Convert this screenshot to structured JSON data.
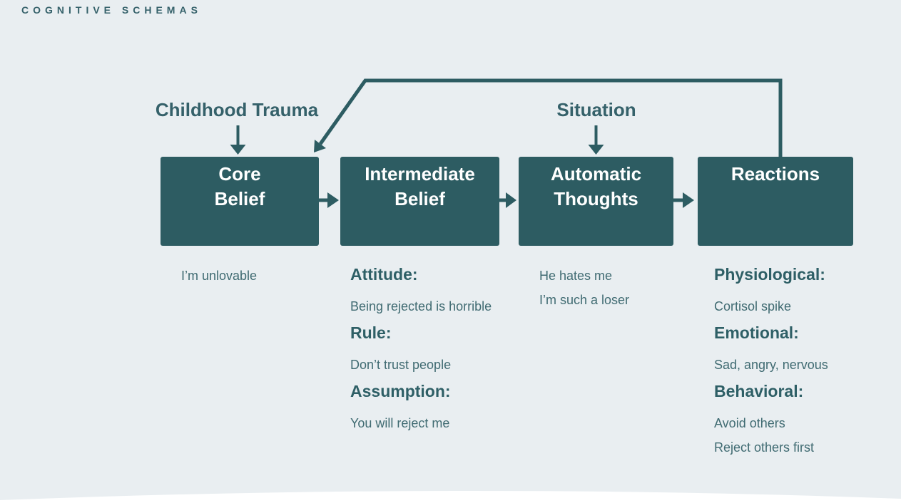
{
  "title": "COGNITIVE SCHEMAS",
  "colors": {
    "background": "#e9eef1",
    "box_fill": "#2d5c62",
    "box_text": "#ffffff",
    "heading_text": "#2e5f66",
    "body_text": "#406b72",
    "connector": "#2d5c62",
    "bottom_wave": "#ffffff"
  },
  "top_labels": {
    "childhood_trauma": "Childhood Trauma",
    "situation": "Situation"
  },
  "boxes": {
    "core_belief": {
      "line1": "Core",
      "line2": "Belief"
    },
    "intermediate_belief": {
      "line1": "Intermediate",
      "line2": "Belief"
    },
    "automatic_thoughts": {
      "line1": "Automatic",
      "line2": "Thoughts"
    },
    "reactions": {
      "line1": "Reactions"
    }
  },
  "notes": {
    "core_belief": {
      "line1": "I’m unlovable"
    },
    "intermediate_belief": {
      "heading1": "Attitude:",
      "body1": "Being rejected is horrible",
      "heading2": "Rule:",
      "body2": "Don’t trust people",
      "heading3": "Assumption:",
      "body3": "You will reject me"
    },
    "automatic_thoughts": {
      "line1": "He hates me",
      "line2": "I’m such a loser"
    },
    "reactions": {
      "heading1": "Physiological:",
      "body1": "Cortisol spike",
      "heading2": "Emotional:",
      "body2": "Sad, angry, nervous",
      "heading3": "Behavioral:",
      "body3": "Avoid others",
      "body4": "Reject others first"
    }
  }
}
